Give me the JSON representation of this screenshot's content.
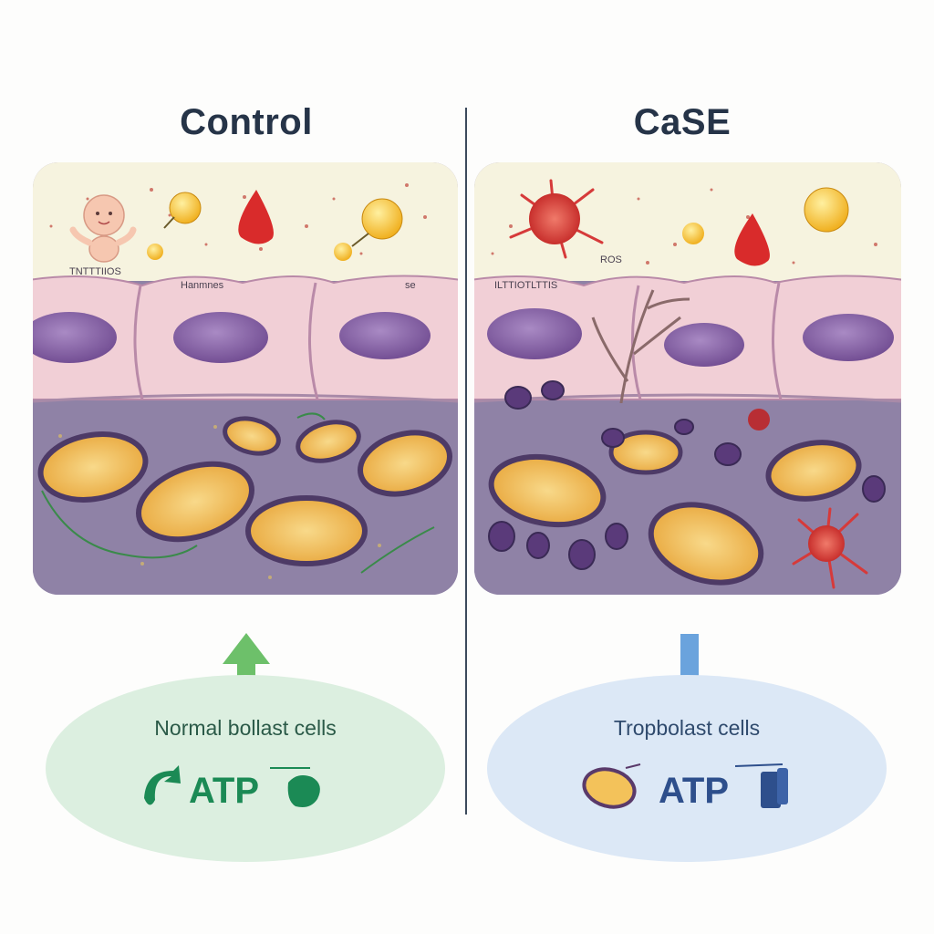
{
  "titles": {
    "left": "Control",
    "right": "CaSE"
  },
  "left_panel": {
    "labels": [
      "TNTTTIIOS",
      "Hanmnes",
      "se"
    ],
    "oval_label": "Normal bollast cells",
    "atp": "ATP",
    "arrow": "up",
    "arrow_color": "#6dc06a"
  },
  "right_panel": {
    "labels": [
      "ILTTIOTLTTIS",
      "ROS"
    ],
    "oval_label": "Tropbolast cells",
    "atp": "ATP",
    "arrow": "down",
    "arrow_color": "#6aa3dd"
  },
  "colors": {
    "title": "#263448",
    "plasma": "#f6f3df",
    "cell": "#f1cfd6",
    "nucleus": "#8a63a8",
    "cytoplasm": "#8f82a6",
    "mitochondria": "#f3c25a",
    "blood_drop": "#d92b2b",
    "ros": "#d63a3a"
  }
}
